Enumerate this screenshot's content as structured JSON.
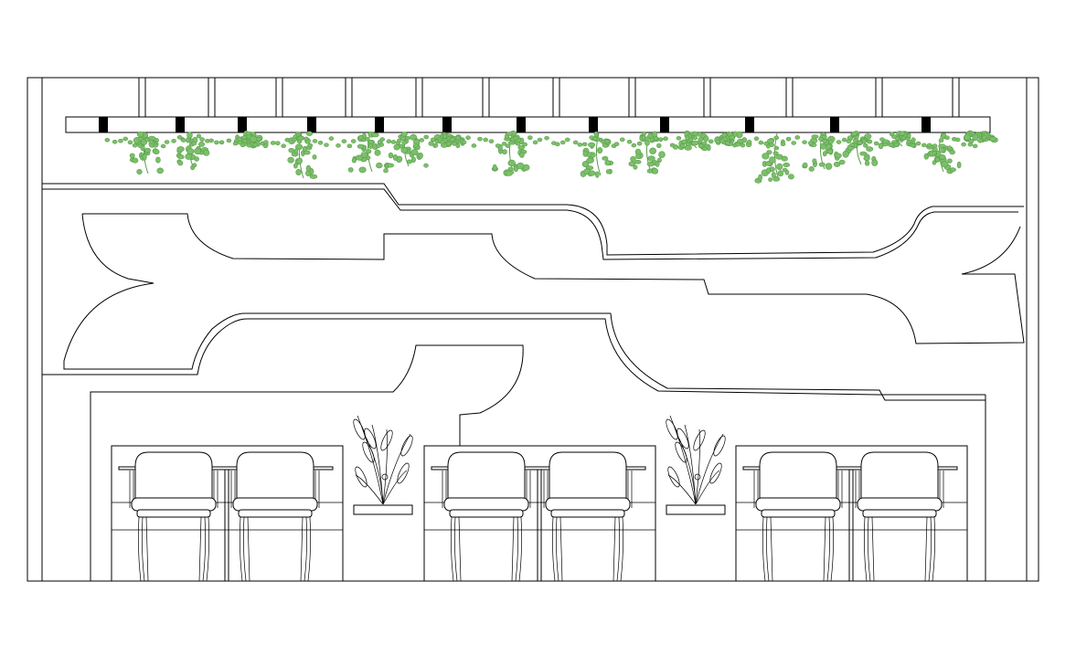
{
  "drawing": {
    "kind": "interior elevation",
    "line_color": "#000000",
    "foliage_color": "#7cbf6a",
    "background_color": "#ffffff"
  },
  "ceiling": {
    "hanging_planter": "trailing-vine-plants",
    "support_blocks": 12
  },
  "wall": {
    "feature": "flowing-wave-wall-relief"
  },
  "furniture": {
    "booths": 3,
    "chairs_per_booth": 2,
    "potted_plants": 2
  }
}
